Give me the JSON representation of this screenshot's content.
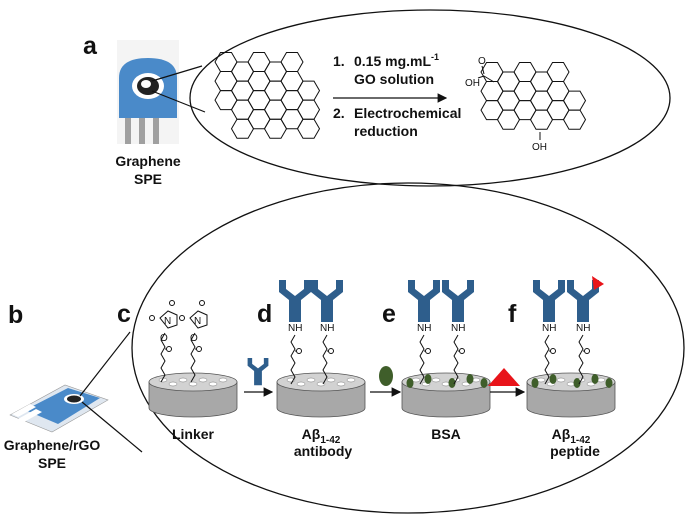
{
  "panels": {
    "a": "a",
    "b": "b",
    "c": "c",
    "d": "d",
    "e": "e",
    "f": "f"
  },
  "top": {
    "electrode_label_1": "Graphene",
    "electrode_label_2": "SPE",
    "step1_num": "1.",
    "step1_line1": "0.15 mg.mL",
    "step1_sup": "-1",
    "step1_line2": "GO solution",
    "step2_num": "2.",
    "step2_line1": "Electrochemical",
    "step2_line2": "reduction",
    "cooh_o": "O",
    "cooh_oh": "OH",
    "oh": "OH"
  },
  "bottom": {
    "electrode_label_1": "Graphene/rGO",
    "electrode_label_2": "SPE",
    "linker_n": "N",
    "linker_o": "O",
    "nh": "NH",
    "stage_c": "Linker",
    "stage_d_1": "Aβ",
    "stage_d_sub": "1-42",
    "stage_d_2": "antibody",
    "stage_e": "BSA",
    "stage_f_1": "Aβ",
    "stage_f_sub": "1-42",
    "stage_f_2": "peptide"
  },
  "colors": {
    "electrode_blue": "#4a8ac9",
    "antibody_blue": "#2e5e8c",
    "bsa_green": "#3f5e2a",
    "peptide_red": "#e8141a",
    "disk_gray": "#a8a8a8"
  }
}
